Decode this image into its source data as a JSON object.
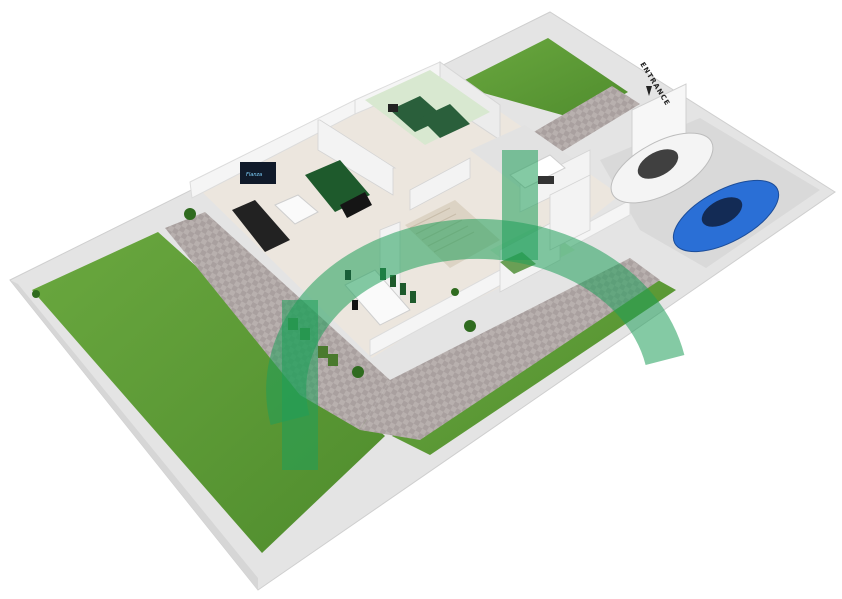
{
  "floorplan": {
    "entrance_label": "ENTRANCE",
    "tv_screen_text": "Flanza"
  },
  "colors": {
    "lawn": "#5f9e3a",
    "wall": "#f1f1f1",
    "paving": "#a89c9a",
    "floor": "#e8e0d8",
    "watermark": "#1f9e5a",
    "car": "#2a6fd6",
    "car_white": "#f4f4f4"
  },
  "icons": [
    "entrance-arrow-icon",
    "car-icon",
    "sofa-icon",
    "plant-icon",
    "tv-icon",
    "dining-table-icon",
    "bed-icon",
    "watermark-logo"
  ]
}
